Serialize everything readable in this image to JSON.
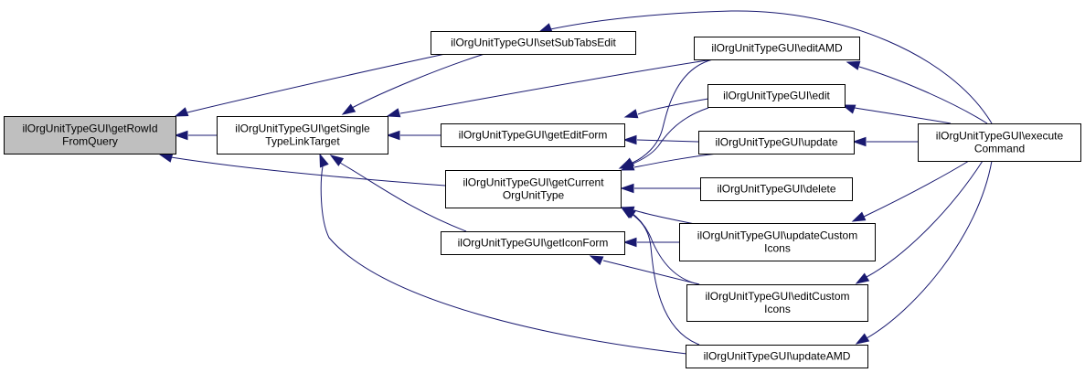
{
  "graph": {
    "type": "caller-graph",
    "edge_color": "#191970",
    "root_fill": "#bfbfbf",
    "node_fill": "#ffffff",
    "nodes": [
      {
        "id": "getRowIdFromQuery",
        "lines": [
          "ilOrgUnitTypeGUI\\getRowId",
          "FromQuery"
        ],
        "root": true
      },
      {
        "id": "getSingleTypeLinkTarget",
        "lines": [
          "ilOrgUnitTypeGUI\\getSingle",
          "TypeLinkTarget"
        ]
      },
      {
        "id": "setSubTabsEdit",
        "lines": [
          "ilOrgUnitTypeGUI\\setSubTabsEdit"
        ]
      },
      {
        "id": "getEditForm",
        "lines": [
          "ilOrgUnitTypeGUI\\getEditForm"
        ]
      },
      {
        "id": "getCurrentOrgUnitType",
        "lines": [
          "ilOrgUnitTypeGUI\\getCurrent",
          "OrgUnitType"
        ]
      },
      {
        "id": "getIconForm",
        "lines": [
          "ilOrgUnitTypeGUI\\getIconForm"
        ]
      },
      {
        "id": "editAMD",
        "lines": [
          "ilOrgUnitTypeGUI\\editAMD"
        ]
      },
      {
        "id": "edit",
        "lines": [
          "ilOrgUnitTypeGUI\\edit"
        ]
      },
      {
        "id": "update",
        "lines": [
          "ilOrgUnitTypeGUI\\update"
        ]
      },
      {
        "id": "delete",
        "lines": [
          "ilOrgUnitTypeGUI\\delete"
        ]
      },
      {
        "id": "updateCustomIcons",
        "lines": [
          "ilOrgUnitTypeGUI\\updateCustom",
          "Icons"
        ]
      },
      {
        "id": "editCustomIcons",
        "lines": [
          "ilOrgUnitTypeGUI\\editCustom",
          "Icons"
        ]
      },
      {
        "id": "updateAMD",
        "lines": [
          "ilOrgUnitTypeGUI\\updateAMD"
        ]
      },
      {
        "id": "executeCommand",
        "lines": [
          "ilOrgUnitTypeGUI\\execute",
          "Command"
        ]
      }
    ],
    "edges": [
      {
        "from": "getSingleTypeLinkTarget",
        "to": "getRowIdFromQuery"
      },
      {
        "from": "setSubTabsEdit",
        "to": "getRowIdFromQuery"
      },
      {
        "from": "getCurrentOrgUnitType",
        "to": "getRowIdFromQuery"
      },
      {
        "from": "setSubTabsEdit",
        "to": "getSingleTypeLinkTarget"
      },
      {
        "from": "editAMD",
        "to": "getSingleTypeLinkTarget"
      },
      {
        "from": "getEditForm",
        "to": "getSingleTypeLinkTarget"
      },
      {
        "from": "getIconForm",
        "to": "getSingleTypeLinkTarget"
      },
      {
        "from": "updateAMD",
        "to": "getSingleTypeLinkTarget"
      },
      {
        "from": "executeCommand",
        "to": "setSubTabsEdit"
      },
      {
        "from": "edit",
        "to": "getEditForm"
      },
      {
        "from": "update",
        "to": "getEditForm"
      },
      {
        "from": "editAMD",
        "to": "getCurrentOrgUnitType"
      },
      {
        "from": "edit",
        "to": "getCurrentOrgUnitType"
      },
      {
        "from": "update",
        "to": "getCurrentOrgUnitType"
      },
      {
        "from": "delete",
        "to": "getCurrentOrgUnitType"
      },
      {
        "from": "updateCustomIcons",
        "to": "getCurrentOrgUnitType"
      },
      {
        "from": "editCustomIcons",
        "to": "getCurrentOrgUnitType"
      },
      {
        "from": "updateAMD",
        "to": "getCurrentOrgUnitType"
      },
      {
        "from": "updateCustomIcons",
        "to": "getIconForm"
      },
      {
        "from": "editCustomIcons",
        "to": "getIconForm"
      },
      {
        "from": "executeCommand",
        "to": "editAMD"
      },
      {
        "from": "executeCommand",
        "to": "edit"
      },
      {
        "from": "executeCommand",
        "to": "update"
      },
      {
        "from": "executeCommand",
        "to": "updateCustomIcons"
      },
      {
        "from": "executeCommand",
        "to": "editCustomIcons"
      },
      {
        "from": "executeCommand",
        "to": "updateAMD"
      }
    ]
  }
}
